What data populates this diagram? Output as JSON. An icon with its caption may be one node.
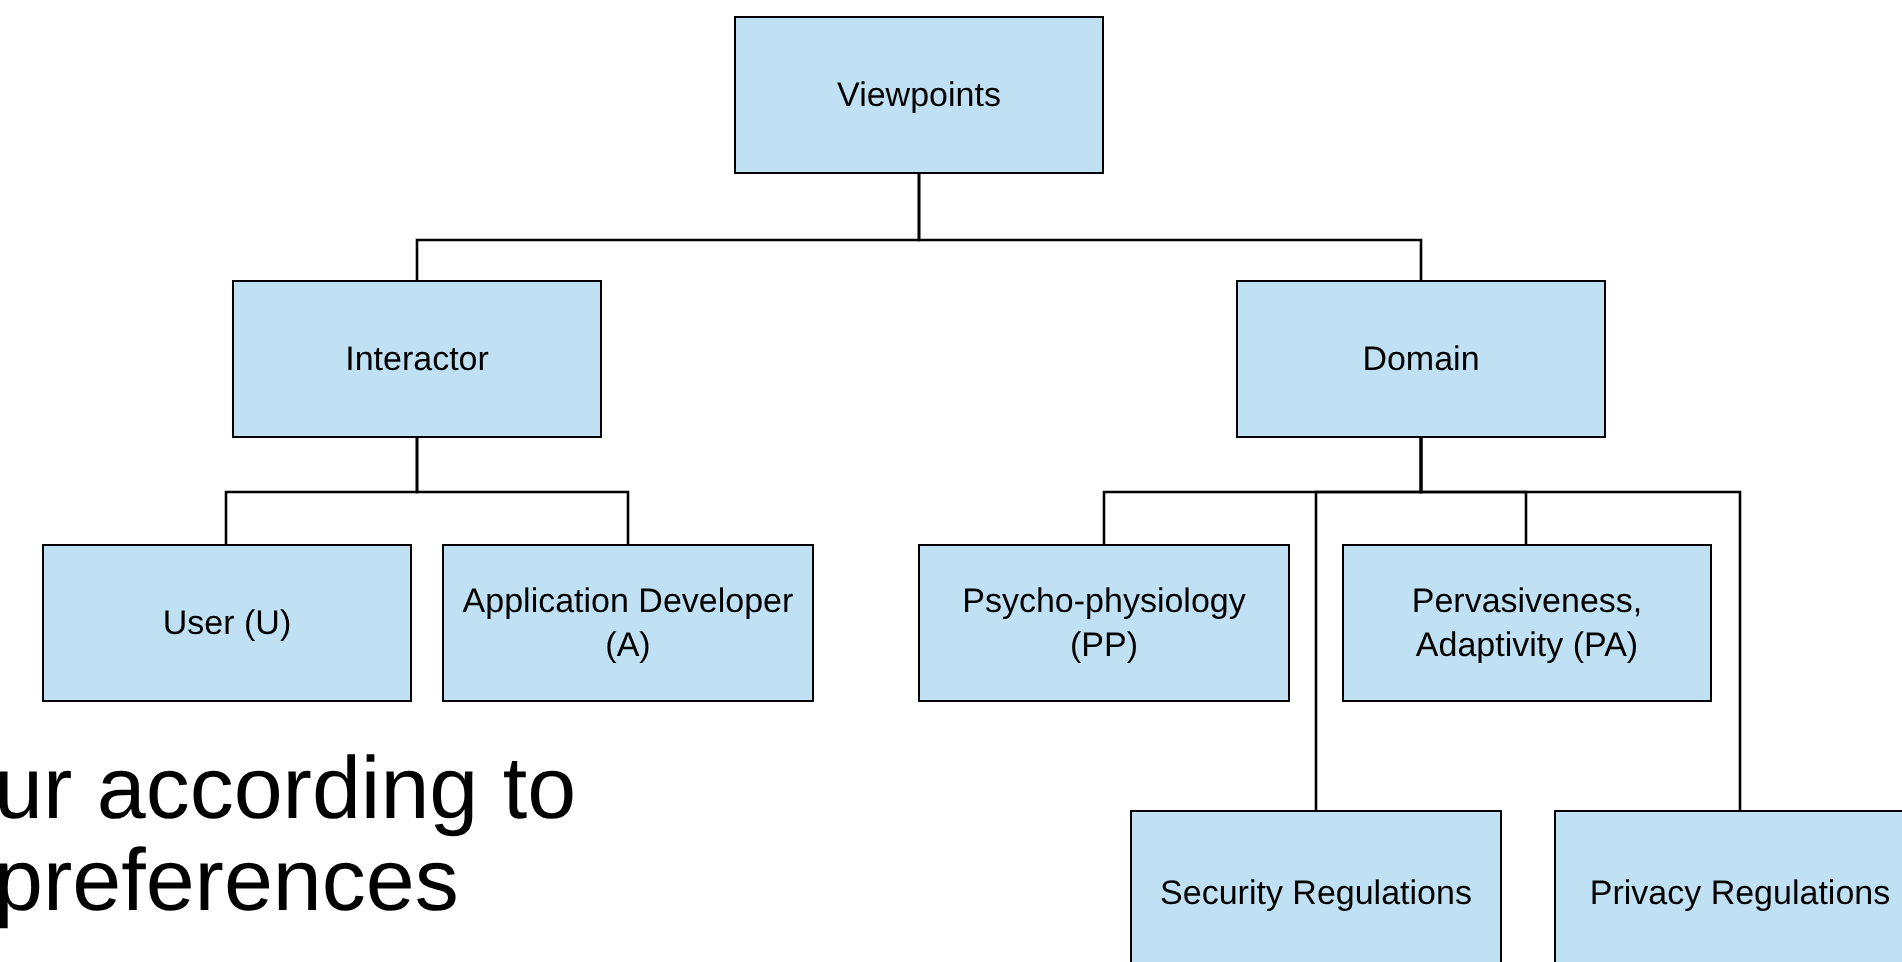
{
  "diagram": {
    "nodes": [
      {
        "text": [
          "Viewpoints"
        ]
      },
      {
        "text": [
          "Interactor"
        ]
      },
      {
        "text": [
          "Domain"
        ]
      },
      {
        "text": [
          "User (U)"
        ]
      },
      {
        "text": [
          "Application Developer (A)"
        ]
      },
      {
        "text": [
          "Psycho-physiology (PP)"
        ]
      },
      {
        "text": [
          "Pervasiveness, Adaptivity (PA)"
        ]
      },
      {
        "text": [
          "Security Regulations"
        ]
      },
      {
        "text": [
          "Privacy Regulations"
        ]
      }
    ],
    "edges": [
      {
        "from": 0,
        "to": 1,
        "arrow": "none"
      },
      {
        "from": 0,
        "to": 2,
        "arrow": "none"
      },
      {
        "from": 1,
        "to": 3,
        "arrow": "none"
      },
      {
        "from": 1,
        "to": 4,
        "arrow": "none"
      },
      {
        "from": 2,
        "to": 5,
        "arrow": "none"
      },
      {
        "from": 2,
        "to": 7,
        "arrow": "none"
      },
      {
        "from": 2,
        "to": 6,
        "arrow": "none"
      },
      {
        "from": 2,
        "to": 8,
        "arrow": "none"
      }
    ],
    "labels": [
      "ur according to preferences"
    ]
  }
}
